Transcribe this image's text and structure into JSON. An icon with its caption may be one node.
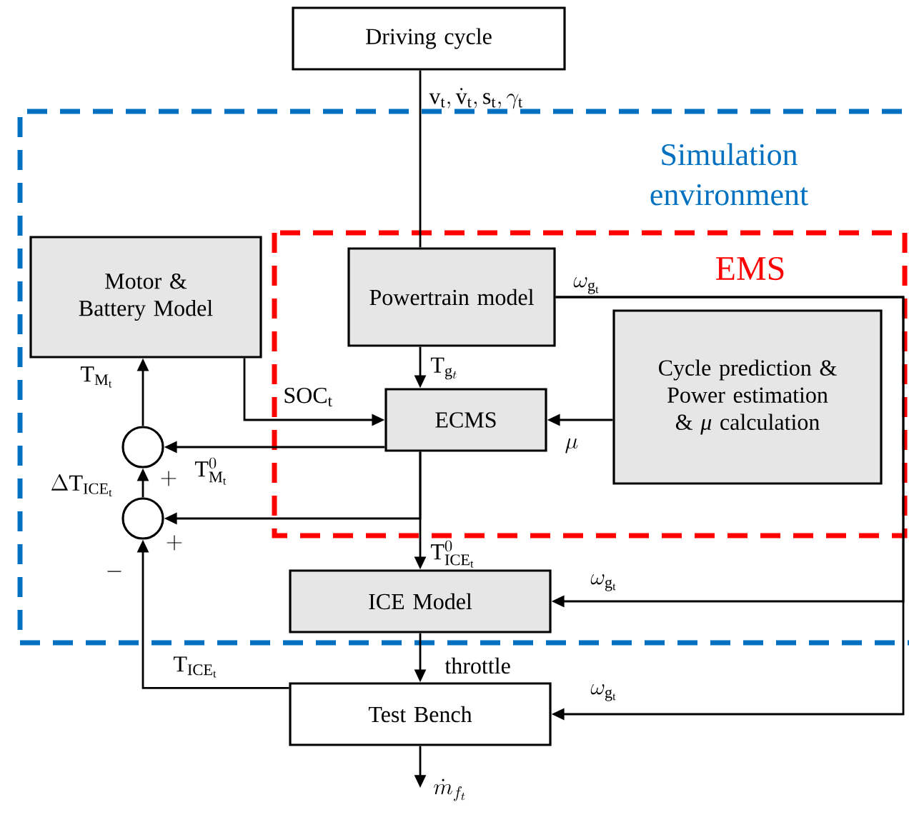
{
  "diagram": {
    "nodes": [
      {
        "text": [
          "Driving cycle"
        ]
      },
      {
        "text": [
          "Simulation environment"
        ]
      },
      {
        "text": [
          "EMS"
        ],
        "in": 1
      },
      {
        "text": [
          "Motor & Battery Model"
        ],
        "in": 1
      },
      {
        "text": [
          "Powertrain model"
        ],
        "in": 2
      },
      {
        "text": [
          "ECMS"
        ],
        "in": 2
      },
      {
        "text": [
          "Cycle prediction & Power estimation & *μ* calculation"
        ],
        "in": 2
      },
      {
        "text": [],
        "shape": "circle",
        "in": 1
      },
      {
        "text": [],
        "shape": "circle",
        "in": 1
      },
      {
        "text": [
          "ICE Model"
        ],
        "in": 1
      },
      {
        "text": [
          "Test Bench"
        ]
      }
    ],
    "edges": [
      {
        "from": 0,
        "to": 4,
        "arrow": "none",
        "label": "\\mathrm{v_t}, \\dot{\\mathrm{v}}_\\mathrm{t}, \\mathrm{s_t}, \\gamma_\\mathrm{t}"
      },
      {
        "from": 4,
        "to": 5,
        "arrow": "to",
        "label": "\\mathrm{T}_{\\mathrm{g}_t}"
      },
      {
        "from": 4,
        "to": 9,
        "arrow": "to",
        "label": "\\omega_{\\mathrm{g}_\\mathrm{t}}"
      },
      {
        "from": 4,
        "to": 10,
        "arrow": "to",
        "label": "\\omega_{\\mathrm{g}_\\mathrm{t}}"
      },
      {
        "from": 3,
        "to": 5,
        "arrow": "to",
        "label": "\\mathrm{SOC_t}"
      },
      {
        "from": 6,
        "to": 5,
        "arrow": "to",
        "label": "\\mu"
      },
      {
        "from": 5,
        "to": 7,
        "arrow": "to",
        "label": "\\mathrm{T}^0_{\\mathrm{M}_\\mathrm{t}}"
      },
      {
        "from": 5,
        "to": 9,
        "arrow": "to",
        "label": "\\mathrm{T}^0_{\\mathrm{ICE}_\\mathrm{t}}"
      },
      {
        "from": 5,
        "to": 8,
        "arrow": "to"
      },
      {
        "from": 8,
        "to": 7,
        "arrow": "to",
        "label": "\\Delta\\mathrm{T}_{\\mathrm{ICE}_\\mathrm{t}}"
      },
      {
        "from": 7,
        "to": 3,
        "arrow": "to",
        "label": "\\mathrm{T}_{\\mathrm{M}_\\mathrm{t}}"
      },
      {
        "from": 9,
        "to": 10,
        "arrow": "to",
        "label": "\\mathrm{throttle}"
      },
      {
        "from": 10,
        "to": 8,
        "arrow": "to",
        "label": "\\mathrm{T}_{\\mathrm{ICE}_\\mathrm{t}}"
      },
      {
        "from": 10,
        "to": null,
        "arrow": "to",
        "label": "\\dot{m}_{f_t}"
      }
    ],
    "labels": [
      "\\omega_{\\mathrm{g}_\\mathrm{t}}",
      "+",
      "+",
      "-"
    ]
  }
}
